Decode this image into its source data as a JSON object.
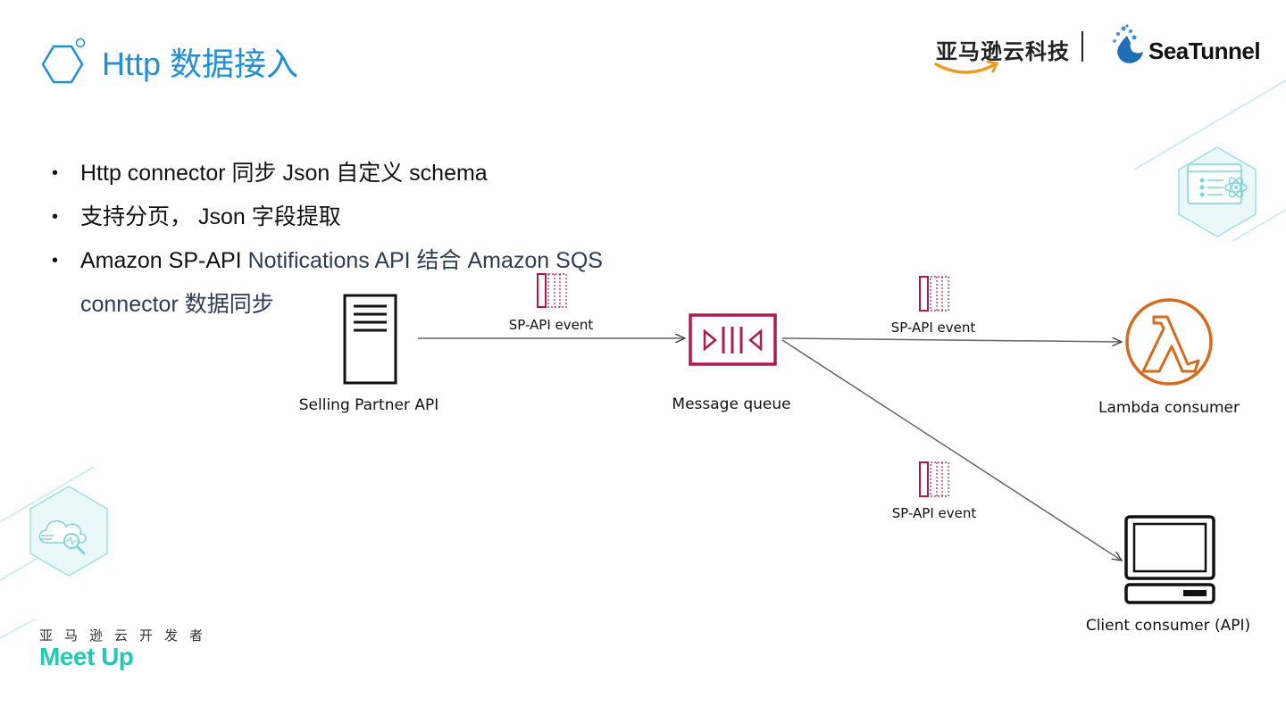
{
  "header": {
    "title": "Http 数据接入",
    "aws_logo_text": "亚马逊云科技",
    "seatunnel_logo_text": "SeaTunnel"
  },
  "bullets": [
    {
      "text": "Http connector  同步 Json  自定义 schema"
    },
    {
      "text": "支持分页，   Json  字段提取"
    },
    {
      "part1": "Amazon SP-API ",
      "part2": "Notifications API 结合 Amazon SQS connector 数据同步"
    }
  ],
  "diagram": {
    "nodes": {
      "source": "Selling Partner API",
      "queue": "Message queue",
      "lambda": "Lambda consumer",
      "client": "Client consumer (API)"
    },
    "event_label": "SP-API event",
    "edges": [
      {
        "from": "source",
        "to": "queue",
        "label": "SP-API event"
      },
      {
        "from": "queue",
        "to": "lambda",
        "label": "SP-API event"
      },
      {
        "from": "queue",
        "to": "client",
        "label": "SP-API event"
      }
    ]
  },
  "footer": {
    "community": "亚马逊云开发者",
    "meetup": "Meet Up"
  },
  "colors": {
    "title": "#1f8fd6",
    "queue": "#b0184f",
    "lambda": "#d56b1e",
    "meetup": "#23c9b4",
    "decor": "#7fd3dc"
  },
  "icons": [
    "hexagon-icon",
    "amazon-smile-icon",
    "seatunnel-drop-icon",
    "server-icon",
    "message-queue-icon",
    "lambda-icon",
    "laptop-icon",
    "event-message-icon",
    "react-hex-icon",
    "cloud-analytics-hex-icon"
  ]
}
